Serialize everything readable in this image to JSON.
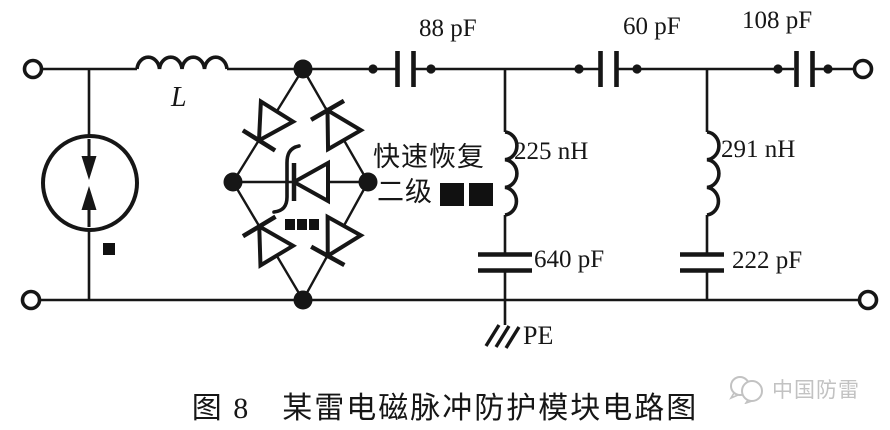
{
  "figure": {
    "caption": "图 8　某雷电磁脉冲防护模块电路图",
    "watermark_text": "中国防雷"
  },
  "labels": {
    "series_inductor": "L",
    "series_cap_1": "88 pF",
    "series_cap_2": "60 pF",
    "series_cap_3": "108 pF",
    "shunt_inductor_1": "225 nH",
    "shunt_inductor_2": "291 nH",
    "shunt_cap_1": "640 pF",
    "shunt_cap_2": "222 pF",
    "ground": "PE",
    "bridge_note_line1": "快速恢复",
    "bridge_note_line2": "二级"
  },
  "colors": {
    "ink": "#161616",
    "watermark": "#c2c2c2",
    "background": "#ffffff"
  }
}
